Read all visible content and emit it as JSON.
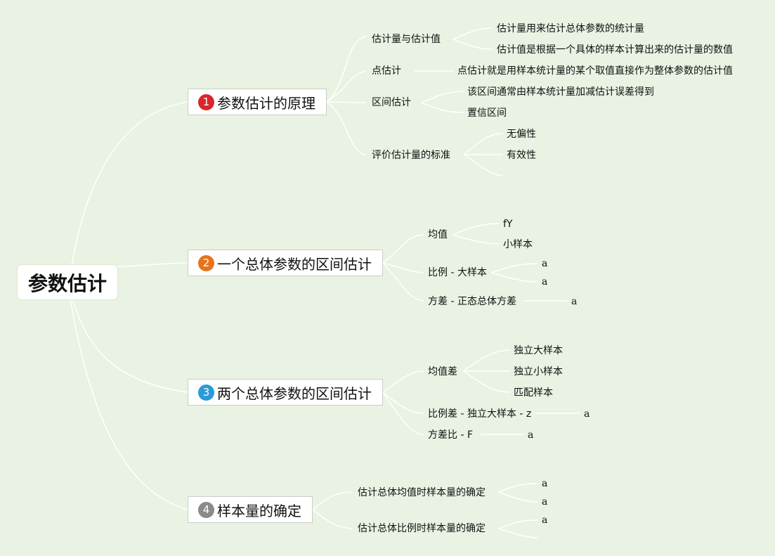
{
  "root": {
    "label": "参数估计"
  },
  "branches": [
    {
      "number": "1",
      "badge_color": "#d9262b",
      "label": "参数估计的原理",
      "children": [
        {
          "label": "估计量与估计值",
          "children": [
            "估计量用来估计总体参数的统计量",
            "估计值是根据一个具体的样本计算出来的估计量的数值"
          ]
        },
        {
          "label": "点估计",
          "children": [
            "点估计就是用样本统计量的某个取值直接作为整体参数的估计值"
          ]
        },
        {
          "label": "区间估计",
          "children": [
            "该区间通常由样本统计量加减估计误差得到",
            "置信区间"
          ]
        },
        {
          "label": "评价估计量的标准",
          "children": [
            "无偏性",
            "有效性",
            ""
          ]
        }
      ]
    },
    {
      "number": "2",
      "badge_color": "#e8731c",
      "label": "一个总体参数的区间估计",
      "children": [
        {
          "label": "均值",
          "children": [
            "fY",
            "小样本"
          ]
        },
        {
          "label": "比例 - 大样本",
          "children": [
            "a",
            "a"
          ]
        },
        {
          "label": "方差 - 正态总体方差",
          "children": [
            "a"
          ]
        }
      ]
    },
    {
      "number": "3",
      "badge_color": "#2a9ad8",
      "label": "两个总体参数的区间估计",
      "children": [
        {
          "label": "均值差",
          "children": [
            "独立大样本",
            "独立小样本",
            "匹配样本"
          ]
        },
        {
          "label": "比例差 - 独立大样本 - z",
          "children": [
            "a"
          ]
        },
        {
          "label": "方差比 - F",
          "children": [
            "a"
          ]
        }
      ]
    },
    {
      "number": "4",
      "badge_color": "#8a8a8a",
      "label": "样本量的确定",
      "children": [
        {
          "label": "估计总体均值时样本量的确定",
          "children": [
            "a",
            "a"
          ]
        },
        {
          "label": "估计总体比例时样本量的确定",
          "children": [
            "a",
            ""
          ]
        }
      ]
    }
  ]
}
